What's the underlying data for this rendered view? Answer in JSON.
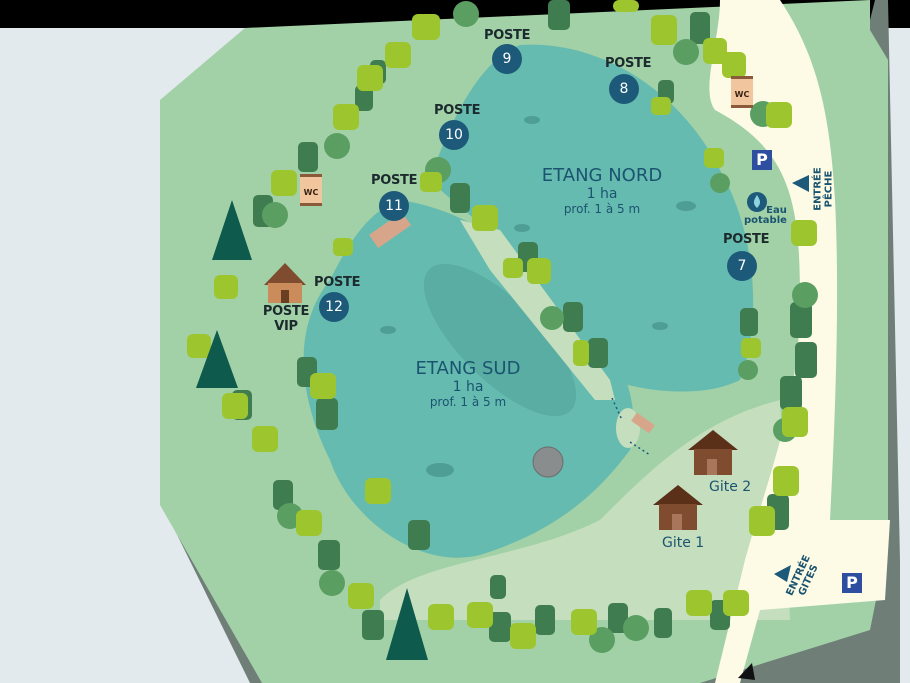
{
  "colors": {
    "background": "#e3eaee",
    "top_bar": "#000000",
    "land": "#a2d1a7",
    "land_edge": "#6f7f78",
    "water": "#66bbb0",
    "water_deep": "#5aada2",
    "path": "#fdfbe6",
    "clearing": "#c5dfbe",
    "poste_marker": "#1d5a7a",
    "text_dark_teal": "#1b5470",
    "parking": "#2e4fa0",
    "house": "#7f4c30"
  },
  "ponds": [
    {
      "name": "ETANG NORD",
      "area": "1 ha",
      "depth": "prof. 1 à 5 m"
    },
    {
      "name": "ETANG SUD",
      "area": "1 ha",
      "depth": "prof. 1 à 5 m"
    }
  ],
  "postes": [
    {
      "label": "POSTE",
      "number": "7"
    },
    {
      "label": "POSTE",
      "number": "8"
    },
    {
      "label": "POSTE",
      "number": "9"
    },
    {
      "label": "POSTE",
      "number": "10"
    },
    {
      "label": "POSTE",
      "number": "11"
    },
    {
      "label": "POSTE",
      "number": "12"
    }
  ],
  "poste_vip": {
    "line1": "POSTE",
    "line2": "VIP"
  },
  "gites": [
    {
      "label": "Gite 1"
    },
    {
      "label": "Gite 2"
    }
  ],
  "facilities": {
    "wc_label": "WC",
    "parking_label": "P",
    "water_line1": "Eau",
    "water_line2": "potable"
  },
  "entrances": {
    "peche": {
      "line1": "ENTRÉE",
      "line2": "PÊCHE"
    },
    "gites": {
      "line1": "ENTRÉE",
      "line2": "GITES"
    }
  }
}
